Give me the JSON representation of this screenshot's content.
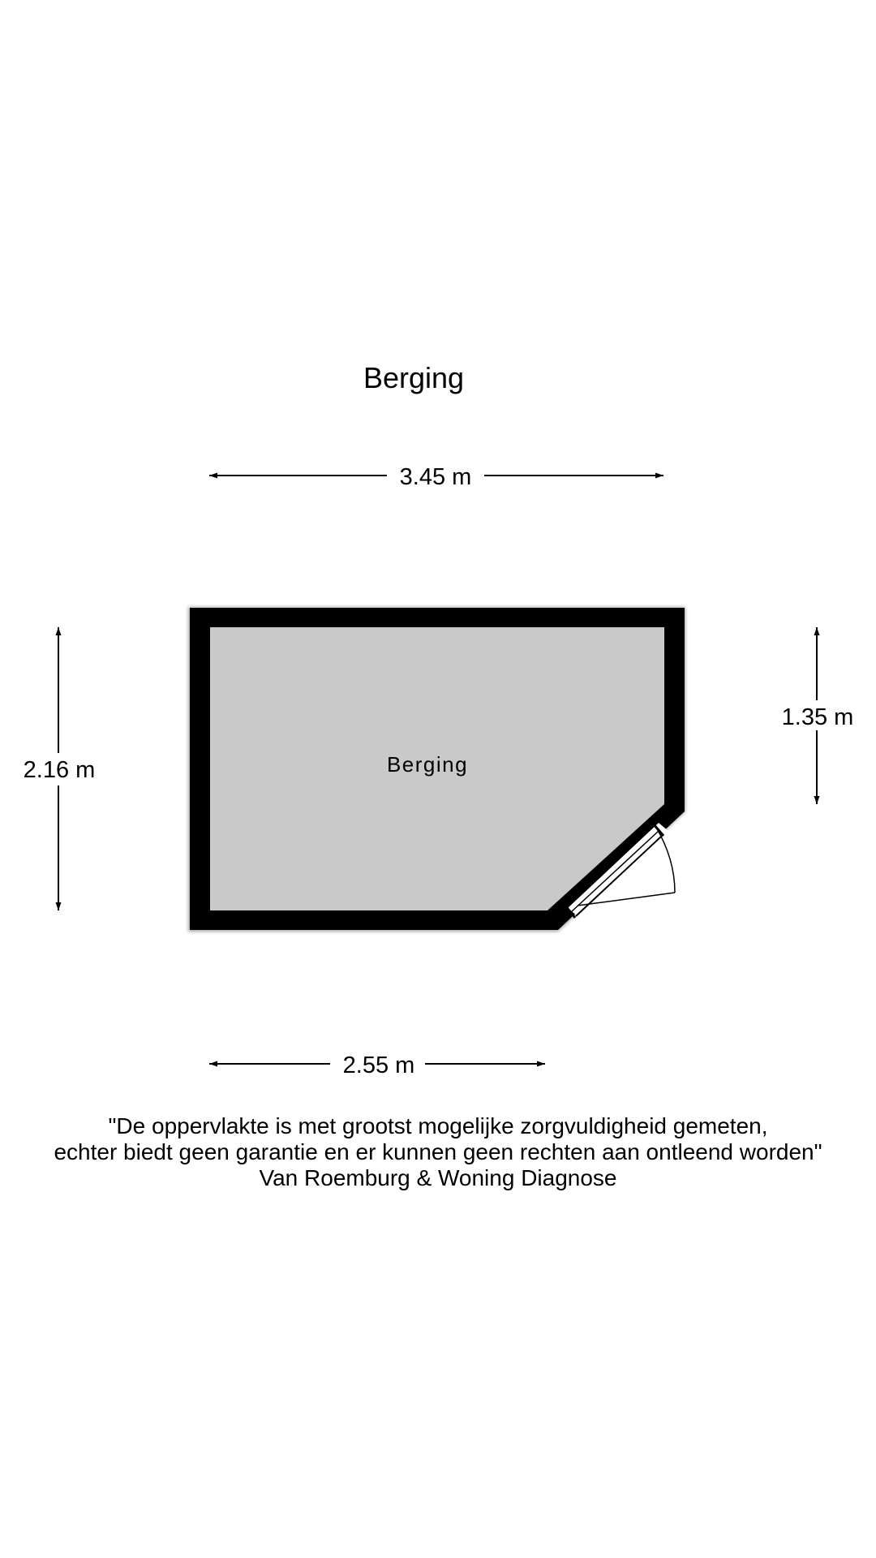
{
  "plan": {
    "title": "Berging",
    "room_label": "Berging",
    "colors": {
      "wall": "#000000",
      "floor": "#c9c9c9",
      "background": "#ffffff"
    }
  },
  "dimensions": {
    "top_width": "3.45 m",
    "bottom_width": "2.55 m",
    "left_height": "2.16 m",
    "right_height": "1.35 m"
  },
  "disclaimer": {
    "line1": "\"De oppervlakte is met grootst mogelijke zorgvuldigheid gemeten,",
    "line2": "echter biedt geen garantie en er kunnen geen rechten aan ontleend worden\"",
    "line3": "Van Roemburg & Woning Diagnose"
  }
}
